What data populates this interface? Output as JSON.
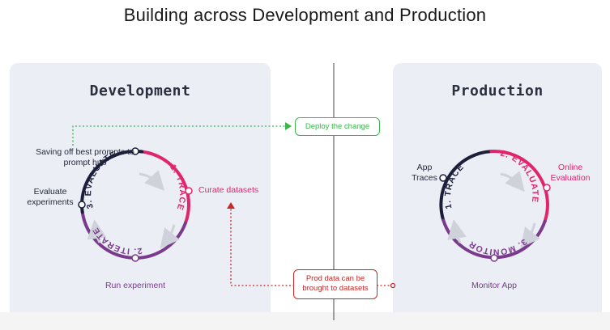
{
  "page_title": "Building across Development and Production",
  "development": {
    "title": "Development",
    "stages": {
      "trace": "1. TRACE",
      "iterate": "2. ITERATE",
      "evaluate": "3. EVALUATE"
    },
    "labels": {
      "saving": "Saving off best prompts to prompt hub",
      "evaluate_experiments": "Evaluate experiments",
      "curate": "Curate datasets",
      "run": "Run experiment"
    }
  },
  "production": {
    "title": "Production",
    "stages": {
      "trace": "1. TRACE",
      "evaluate": "2. EVALUATE",
      "monitor": "3. MONITOR"
    },
    "labels": {
      "app_traces": "App Traces",
      "online_eval": "Online Evaluation",
      "monitor_app": "Monitor App"
    }
  },
  "callouts": {
    "deploy": "Deploy the change",
    "prod_data": "Prod data can be brought to datasets"
  },
  "colors": {
    "navy": "#1b1f3b",
    "pink": "#e0246e",
    "purple": "#7a3b8c",
    "green": "#3ab54a",
    "red": "#c62828",
    "panel": "#eceef6"
  }
}
